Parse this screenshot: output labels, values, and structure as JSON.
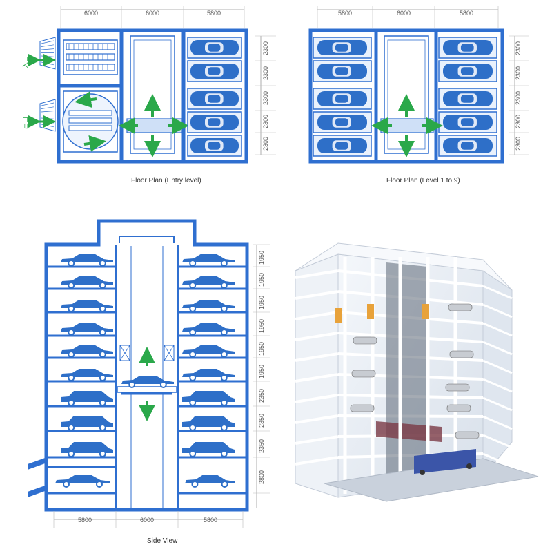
{
  "colors": {
    "structure_blue": "#2f6fd0",
    "car_blue": "#2e6fc8",
    "slot_fill": "#e9f1fc",
    "arrow_green": "#2aa84a",
    "dimension_gray": "#777777"
  },
  "entry_plan": {
    "caption": "Floor Plan (Entry level)",
    "top_dims": [
      "6000",
      "6000",
      "5800"
    ],
    "side_dims": [
      "2300",
      "2300",
      "2300",
      "2300",
      "2300"
    ],
    "entry_labels": [
      "入口",
      "出口"
    ]
  },
  "level_plan": {
    "caption": "Floor Plan (Level 1 to 9)",
    "top_dims": [
      "5800",
      "6000",
      "5800"
    ],
    "side_dims": [
      "2300",
      "2300",
      "2300",
      "2300",
      "2300"
    ]
  },
  "side_view": {
    "caption": "Side View",
    "level_heights": [
      "1950",
      "1950",
      "1950",
      "1950",
      "1950",
      "1950",
      "2350",
      "2350",
      "2350",
      "2800"
    ],
    "bottom_dims": [
      "5800",
      "6000",
      "5800"
    ]
  },
  "render": {
    "icon": "3d-building-render"
  }
}
